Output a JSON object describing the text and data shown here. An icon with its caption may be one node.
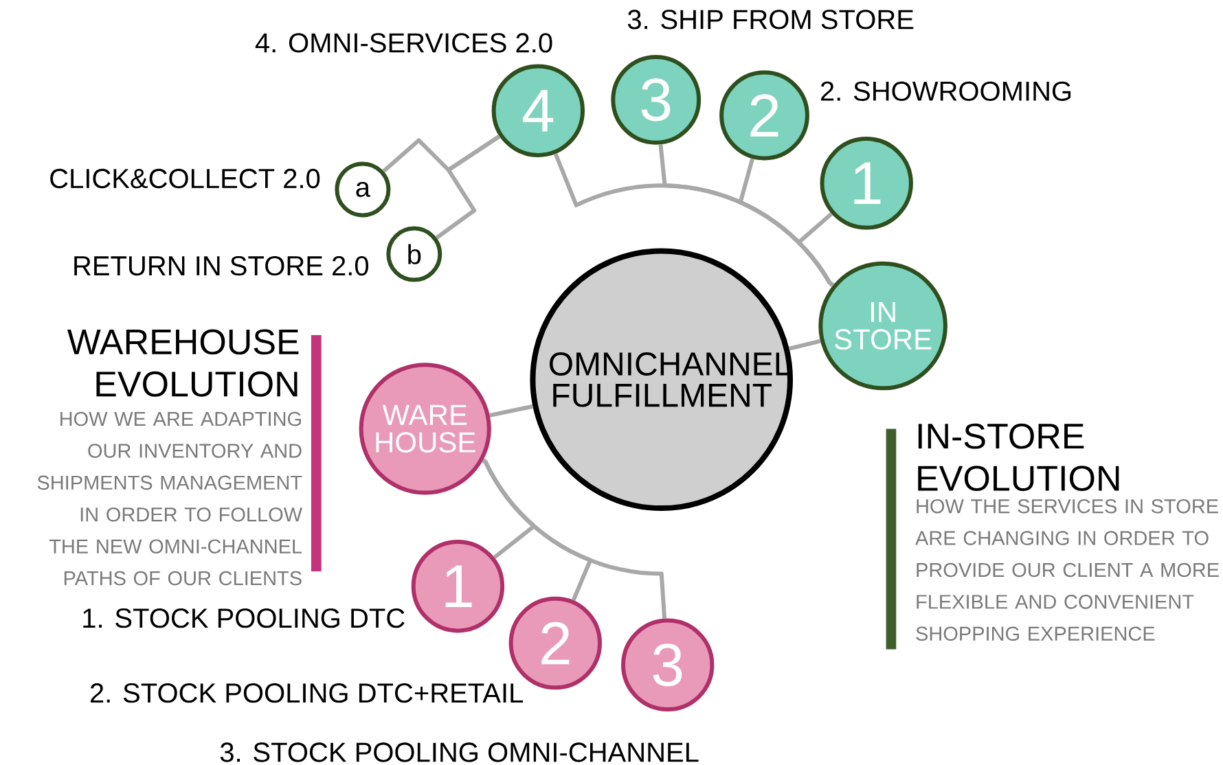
{
  "diagram": {
    "nodes": [
      {
        "text": [
          "OMNICHANNEL FULFILLMENT"
        ]
      },
      {
        "text": [
          "IN STORE"
        ]
      },
      {
        "text": [
          "WARE HOUSE"
        ]
      },
      {
        "text": [
          "4"
        ]
      },
      {
        "text": [
          "3"
        ]
      },
      {
        "text": [
          "2"
        ]
      },
      {
        "text": [
          "1"
        ]
      },
      {
        "text": [
          "a"
        ]
      },
      {
        "text": [
          "b"
        ]
      },
      {
        "text": [
          "1"
        ]
      },
      {
        "text": [
          "2"
        ]
      },
      {
        "text": [
          "3"
        ]
      }
    ],
    "edges": [
      {
        "from": 0,
        "to": 1,
        "arrow": "none"
      },
      {
        "from": 0,
        "to": 2,
        "arrow": "none"
      },
      {
        "from": 1,
        "to": 6,
        "arrow": "none"
      },
      {
        "from": 1,
        "to": 5,
        "arrow": "none"
      },
      {
        "from": 1,
        "to": 4,
        "arrow": "none"
      },
      {
        "from": 1,
        "to": 3,
        "arrow": "none"
      },
      {
        "from": 3,
        "to": 7,
        "arrow": "none"
      },
      {
        "from": 3,
        "to": 8,
        "arrow": "none"
      },
      {
        "from": 2,
        "to": 9,
        "arrow": "none"
      },
      {
        "from": 2,
        "to": 10,
        "arrow": "none"
      },
      {
        "from": 2,
        "to": 11,
        "arrow": "none"
      }
    ],
    "labels": [
      "3. SHIP FROM STORE",
      "4. OMNI-SERVICES 2.0",
      "2. SHOWROOMING",
      "CLICK&COLLECT 2.0",
      "RETURN IN STORE 2.0",
      "WAREHOUSE EVOLUTION",
      "HOW WE ARE ADAPTING OUR INVENTORY AND SHIPMENTS MANAGEMENT IN ORDER TO FOLLOW THE NEW OMNI-CHANNEL PATHS OF OUR CLIENTS",
      "IN-STORE EVOLUTION",
      "HOW THE SERVICES IN STORE ARE CHANGING IN ORDER TO PROVIDE OUR CLIENT A MORE FLEXIBLE AND CONVENIENT SHOPPING EXPERIENCE",
      "1. STOCK POOLING DTC",
      "2. STOCK POOLING DTC+RETAIL",
      "3. STOCK POOLING OMNI-CHANNEL"
    ]
  }
}
